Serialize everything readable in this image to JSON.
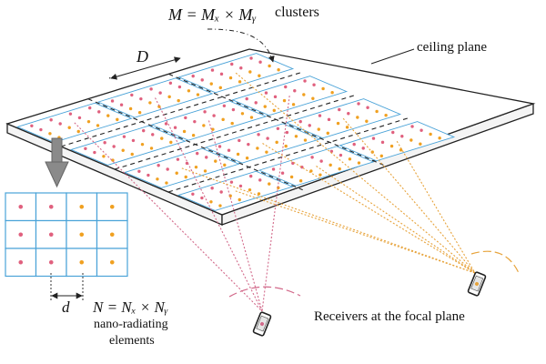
{
  "labels": {
    "clusters_formula": "M = Mₓ × Mᵧ",
    "clusters_word": "clusters",
    "period_D": "D",
    "ceiling": "ceiling plane",
    "receivers": "Receivers at the focal plane",
    "element_spacing_d": "d",
    "elements_formula": "N = Nₓ × Nᵧ",
    "elements_word_1": "nano-radiating",
    "elements_word_2": "elements"
  },
  "colors": {
    "plate_top": "#ffffff",
    "plate_edge": "#222222",
    "cluster_outline": "#4aa3d8",
    "dot_pink": "#e0607e",
    "dot_orange": "#f0a020",
    "ray_pink": "#d2698a",
    "ray_orange": "#e7a33b",
    "arrow_gray": "#8a8a8a"
  },
  "icons": {
    "receiver": "smartphone-icon",
    "projection": "down-arrow-icon"
  }
}
